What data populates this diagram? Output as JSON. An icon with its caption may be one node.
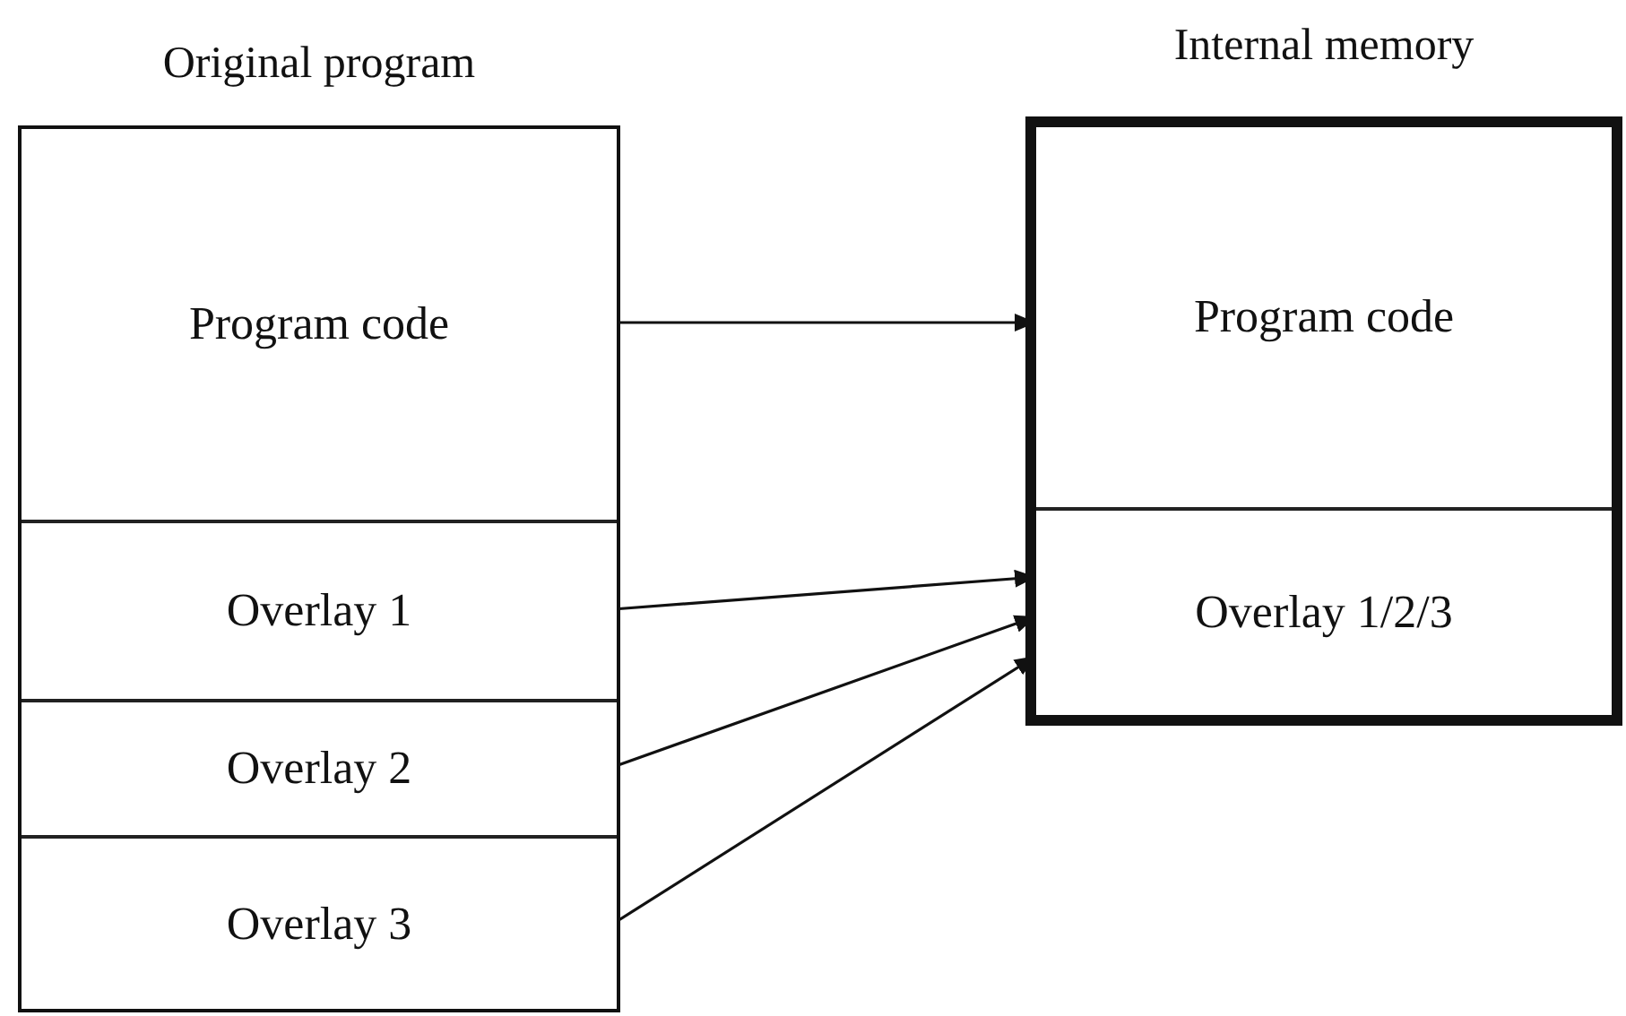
{
  "diagram": {
    "nodes": [
      {
        "text": [
          "Original program"
        ]
      },
      {
        "text": [
          "Program code"
        ],
        "in": 0
      },
      {
        "text": [
          "Overlay 1"
        ],
        "in": 0
      },
      {
        "text": [
          "Overlay 2"
        ],
        "in": 0
      },
      {
        "text": [
          "Overlay 3"
        ],
        "in": 0
      },
      {
        "text": [
          "Internal memory"
        ]
      },
      {
        "text": [
          "Program code"
        ],
        "in": 5
      },
      {
        "text": [
          "Overlay 1/2/3"
        ],
        "in": 5
      }
    ],
    "edges": [
      {
        "from": 1,
        "to": 6,
        "arrow": "to"
      },
      {
        "from": 2,
        "to": 7,
        "arrow": "to"
      },
      {
        "from": 3,
        "to": 7,
        "arrow": "to"
      },
      {
        "from": 4,
        "to": 7,
        "arrow": "to"
      }
    ]
  }
}
